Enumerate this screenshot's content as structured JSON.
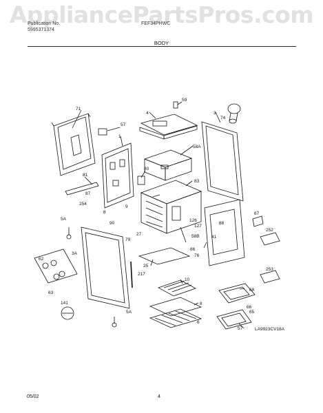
{
  "watermark": "AppliancePartsPros.com",
  "header": {
    "left_line1": "Publication No.",
    "left_line2": "5995371374",
    "center": "FEF34PHWC",
    "section": "BODY"
  },
  "callouts": [
    "71",
    "57",
    "4",
    "59",
    "3",
    "74",
    "58A",
    "1",
    "81",
    "87",
    "80",
    "83",
    "254",
    "5A",
    "9",
    "8",
    "126",
    "127",
    "67",
    "90",
    "27",
    "79",
    "58B",
    "86",
    "76",
    "88",
    "41",
    "252",
    "3A",
    "25",
    "217",
    "62",
    "253",
    "63",
    "141",
    "10",
    "68",
    "66",
    "5A",
    "8",
    "6",
    "57",
    "65"
  ],
  "diagram_code": "LA9923CV18A",
  "footer": {
    "date": "05/02",
    "page": "4"
  },
  "colors": {
    "line": "#111111",
    "watermark": "#c8c8c8",
    "background": "#ffffff"
  }
}
